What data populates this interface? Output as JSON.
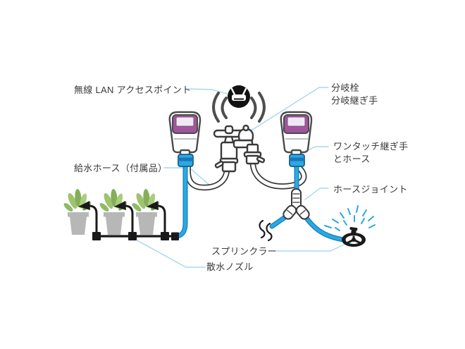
{
  "diagram": {
    "labels": {
      "wireless_lan": "無線 LAN アクセスポイント",
      "supply_hose": "給水ホース（付属品）",
      "branch_line1": "分岐栓",
      "branch_line2": "分岐継ぎ手",
      "onetouch_line1": "ワンタッチ継ぎ手",
      "onetouch_line2": "とホース",
      "hose_joint": "ホースジョイント",
      "sprinkler": "スプリンクラー",
      "nozzle": "散水ノズル"
    },
    "icons": {
      "wifi_access_point_icon": "black circle with white router glyph",
      "wifi_waves_icon": "gray radio arcs both sides",
      "branch_faucet_icon": "two-outlet tap with cross handle",
      "water_timer_icon": "white box with purple display, one each side",
      "one_touch_connector_icon": "blue quick coupler under each timer",
      "supply_hose_icon": "white U-shaped hose, faucet to timer",
      "feed_hose_icon": "blue hose from timer outlet",
      "hose_y_joint_icon": "white Y splitter",
      "sprinkler_icon": "black ring sprinkler with spray droplets",
      "potted_plant_icon": "three gray pots with green plants",
      "drip_nozzle_icon": "black stake nozzle per pot",
      "drip_manifold_icon": "black tube linking pots",
      "continuation_mark_icon": "black tilde marks on cut hose end"
    },
    "colors": {
      "hose_blue": "#2ba9e1",
      "hose_blue_dark": "#1a82c4",
      "leader_blue": "#a5d7ef",
      "outline": "#3a3a3a",
      "timer_purple": "#a0569d",
      "timer_screen": "#f1e8f3",
      "pot_gray": "#b7b7b7",
      "black": "#1a1a1a",
      "wifi_gray": "#4d4d4d",
      "text": "#3a3a3a",
      "bg": "#ffffff"
    }
  }
}
